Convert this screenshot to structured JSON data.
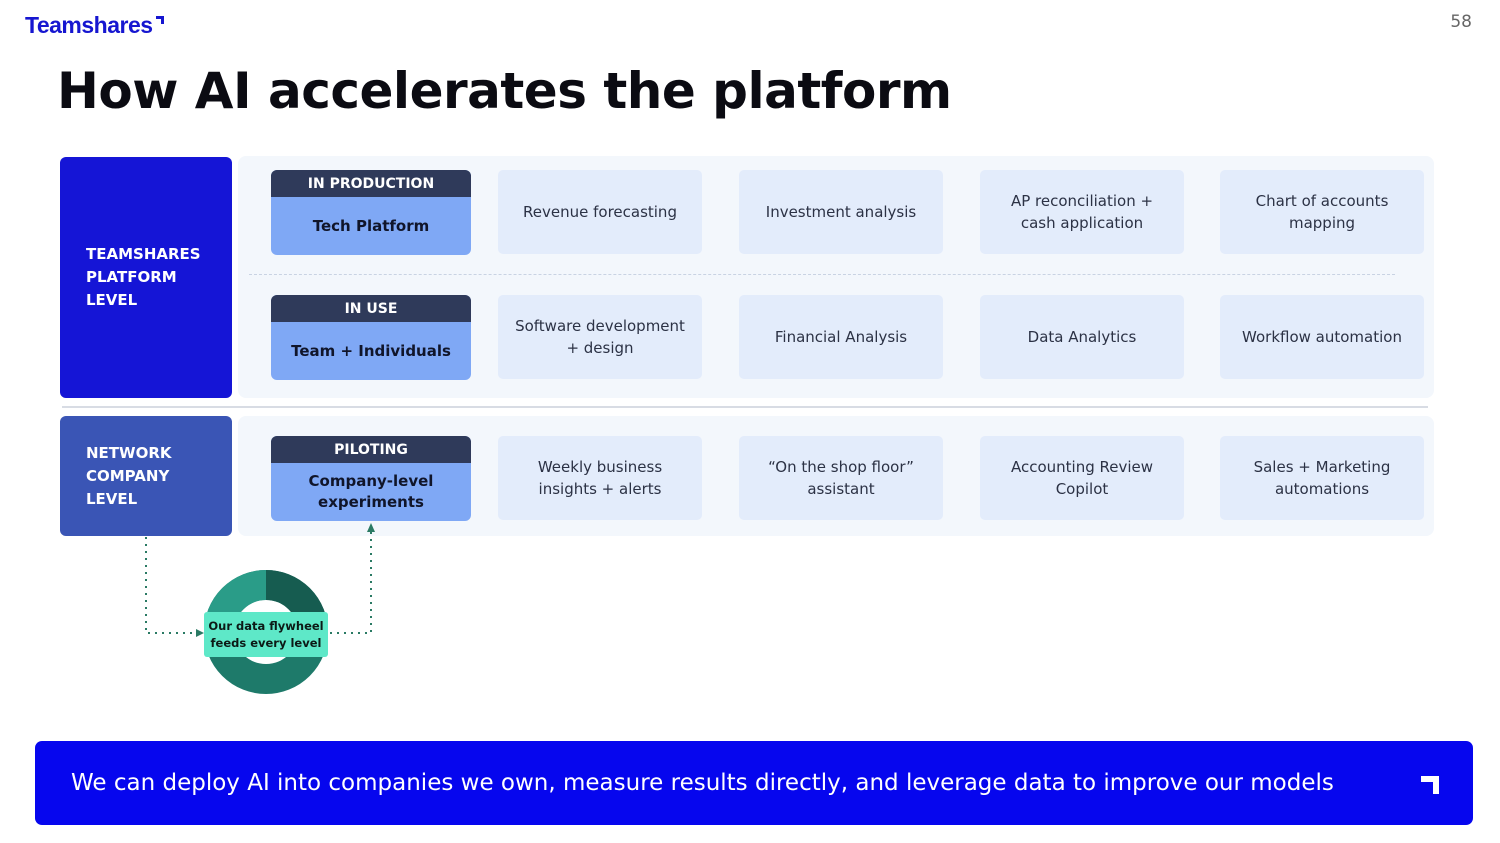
{
  "header": {
    "logo": "Teamshares",
    "page_number": "58"
  },
  "title": "How AI accelerates the platform",
  "levels": {
    "platform": {
      "label": "TEAMSHARES PLATFORM LEVEL"
    },
    "network": {
      "label": "NETWORK COMPANY LEVEL"
    }
  },
  "rows": [
    {
      "status": "IN PRODUCTION",
      "name": "Tech Platform",
      "items": [
        "Revenue forecasting",
        "Investment analysis",
        "AP reconciliation + cash application",
        "Chart of accounts mapping"
      ]
    },
    {
      "status": "IN USE",
      "name": "Team + Individuals",
      "items": [
        "Software development + design",
        "Financial Analysis",
        "Data Analytics",
        "Workflow automation"
      ]
    },
    {
      "status": "PILOTING",
      "name": "Company-level experiments",
      "items": [
        "Weekly business insights + alerts",
        "“On the shop floor” assistant",
        "Accounting Review Copilot",
        "Sales + Marketing automations"
      ]
    }
  ],
  "flywheel": {
    "label": "Our data flywheel feeds every level"
  },
  "banner": {
    "text": "We can deploy AI into companies we own, measure results directly, and leverage data to improve our models"
  },
  "colors": {
    "brand": "#1616d0",
    "banner": "#0606ee",
    "platform": "#1515d6",
    "network": "#3a55b5",
    "label_card": "#7fa8f5",
    "card": "#e3ecfb",
    "flywheel": "#5ee8c8"
  }
}
